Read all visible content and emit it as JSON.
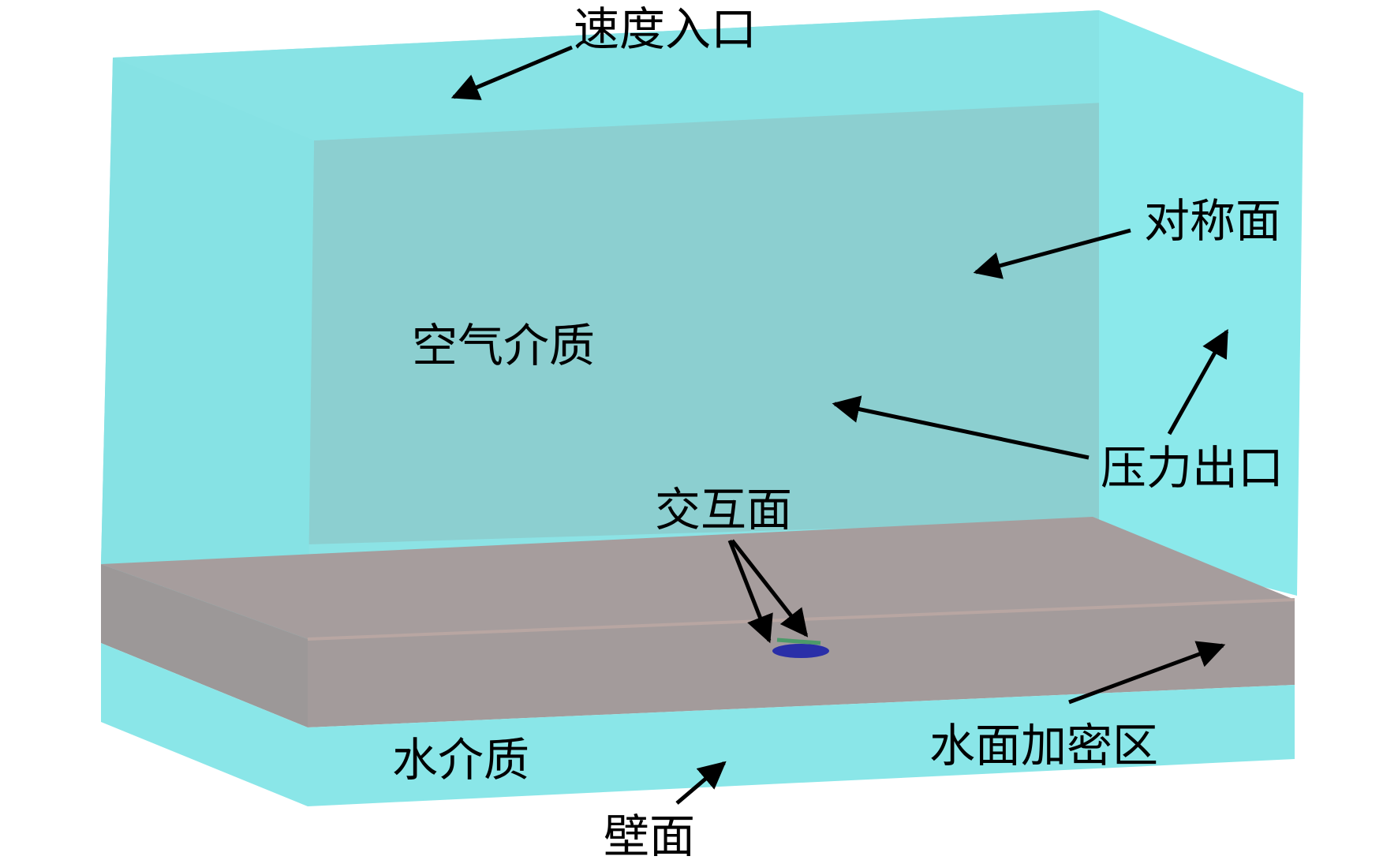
{
  "labels": {
    "velocity_inlet": "速度入口",
    "symmetry_plane": "对称面",
    "air_medium": "空气介质",
    "pressure_outlet": "压力出口",
    "interface": "交互面",
    "water_medium": "水介质",
    "water_refine_zone": "水面加密区",
    "wall": "壁面"
  },
  "colors": {
    "air_box": "#86e2e4",
    "air_back": "#8ccfd0",
    "water_box": "#8ae6e8",
    "refine_zone": "#a69d9d",
    "model": "#2a2fa8",
    "model_edge": "#4c9a6a",
    "arrow": "#000000"
  }
}
